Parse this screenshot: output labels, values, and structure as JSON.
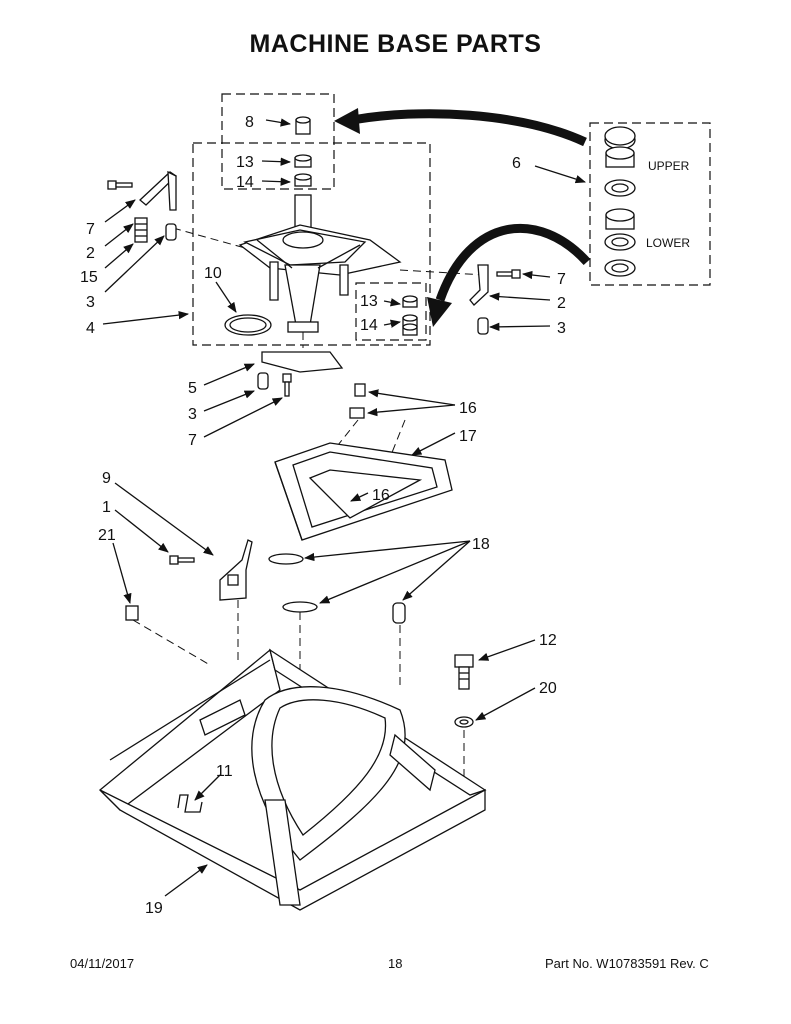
{
  "title": "MACHINE BASE PARTS",
  "callouts": {
    "c8": "8",
    "c13a": "13",
    "c14a": "14",
    "c6": "6",
    "c7a": "7",
    "c2a": "2",
    "c15": "15",
    "c3a": "3",
    "c4": "4",
    "c10": "10",
    "c13b": "13",
    "c14b": "14",
    "c7b": "7",
    "c2b": "2",
    "c3b": "3",
    "c5": "5",
    "c3c": "3",
    "c7c": "7",
    "c16a": "16",
    "c17": "17",
    "c16b": "16",
    "c9": "9",
    "c1": "1",
    "c21": "21",
    "c18": "18",
    "c12": "12",
    "c20": "20",
    "c11": "11",
    "c19": "19"
  },
  "inset": {
    "upper": "UPPER",
    "lower": "LOWER"
  },
  "footer": {
    "date": "04/11/2017",
    "page": "18",
    "part": "Part No.  W10783591  Rev.  C"
  }
}
